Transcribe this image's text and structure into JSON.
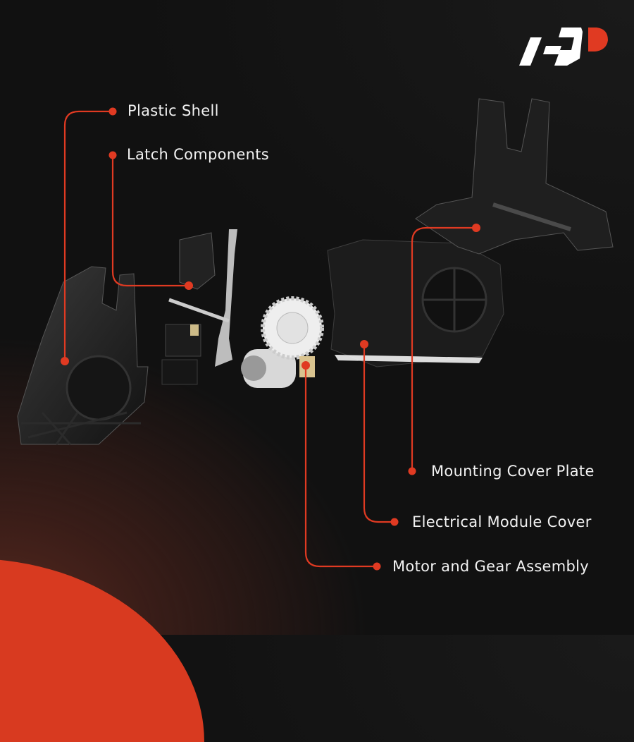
{
  "brand": {
    "logo_name": "a-premium-logo",
    "colors": {
      "accent": "#e03a22",
      "white": "#ffffff",
      "background": "#111111"
    }
  },
  "callouts": [
    {
      "id": "plastic-shell",
      "label": "Plastic Shell"
    },
    {
      "id": "latch-components",
      "label": "Latch Components"
    },
    {
      "id": "mounting-cover-plate",
      "label": "Mounting Cover Plate"
    },
    {
      "id": "electrical-module-cover",
      "label": "Electrical Module Cover"
    },
    {
      "id": "motor-gear-assembly",
      "label": "Motor and Gear Assembly"
    }
  ],
  "colors": {
    "line": "#e03a22",
    "text": "#f2f2f2",
    "accent_blob": "#d83a20"
  }
}
